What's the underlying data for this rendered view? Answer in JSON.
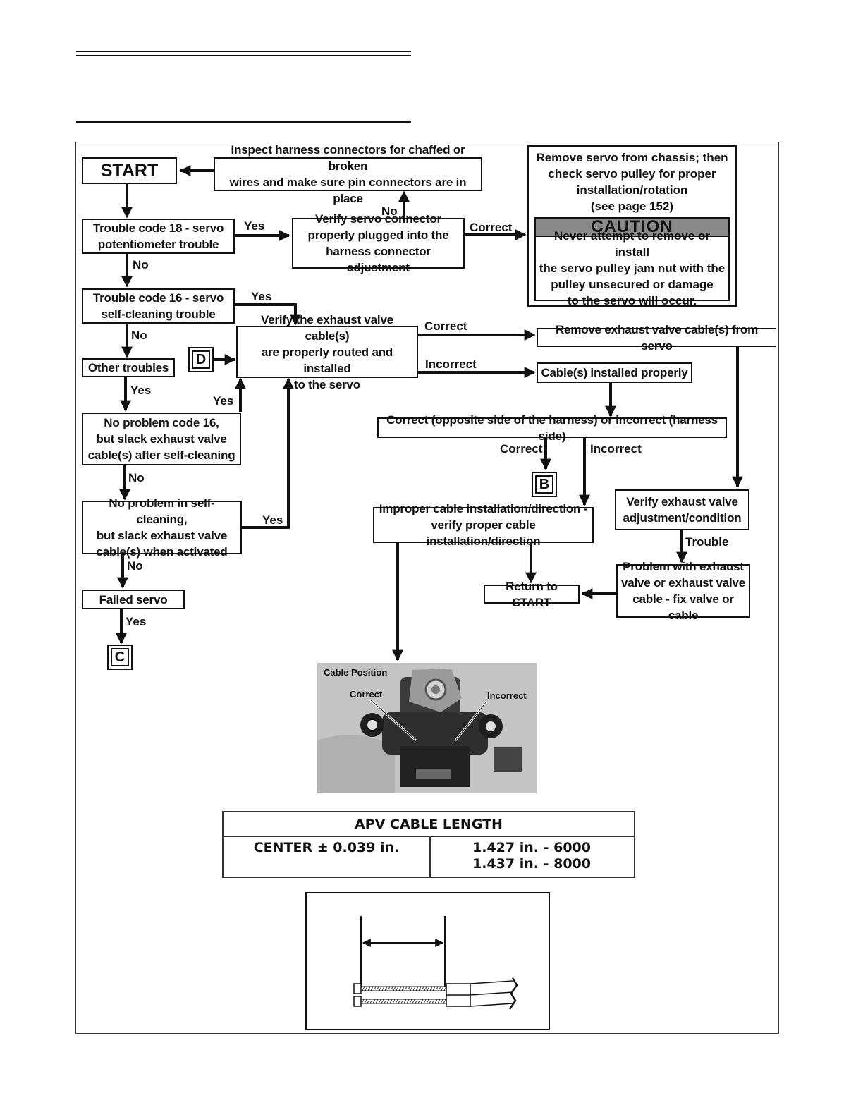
{
  "flow": {
    "start": "START",
    "inspect": "Inspect harness connectors for chaffed or broken\nwires and make sure pin connectors are in place",
    "code18": "Trouble code 18 - servo\npotentiometer trouble",
    "verify_connector": "Verify servo connector\nproperly plugged into the\nharness connector adjustment",
    "remove_servo": "Remove servo from chassis; then\ncheck servo pulley for proper\ninstallation/rotation\n(see page 152)",
    "caution_title": "CAUTION",
    "caution_body": "Never attempt to remove or install\nthe servo pulley jam nut with the\npulley unsecured or damage\nto the servo will occur.",
    "code16": "Trouble code 16 - servo\nself-cleaning trouble",
    "verify_cable": "Verify the exhaust valve cable(s)\nare properly routed and installed\nto the servo",
    "remove_cable": "Remove exhaust valve cable(s) from servo",
    "cable_installed": "Cable(s) installed properly",
    "other": "Other troubles",
    "no_problem_16": "No problem code 16,\nbut slack exhaust valve\ncable(s) after self-cleaning",
    "opposite_side": "Correct (opposite side of the harness) or incorrect (harness side)",
    "no_problem_self": "No problem in self-cleaning,\nbut slack exhaust valve\ncable(s) when activated",
    "improper": "Improper cable installation/direction -\nverify proper cable installation/direction",
    "verify_adjust": "Verify exhaust valve\nadjustment/condition",
    "failed": "Failed servo",
    "return_start": "Return to START",
    "problem_valve": "Problem with exhaust\nvalve or exhaust valve\ncable - fix valve or cable"
  },
  "labels": {
    "yes": "Yes",
    "no": "No",
    "correct": "Correct",
    "incorrect": "Incorrect",
    "trouble": "Trouble"
  },
  "refs": {
    "d": "D",
    "b": "B",
    "c": "C"
  },
  "photo": {
    "title": "Cable Position",
    "correct": "Correct",
    "incorrect": "Incorrect"
  },
  "apv_table": {
    "title": "APV CABLE LENGTH",
    "left": "CENTER ± 0.039 in.",
    "right_1": "1.427 in. - 6000",
    "right_2": "1.437 in. - 8000"
  }
}
